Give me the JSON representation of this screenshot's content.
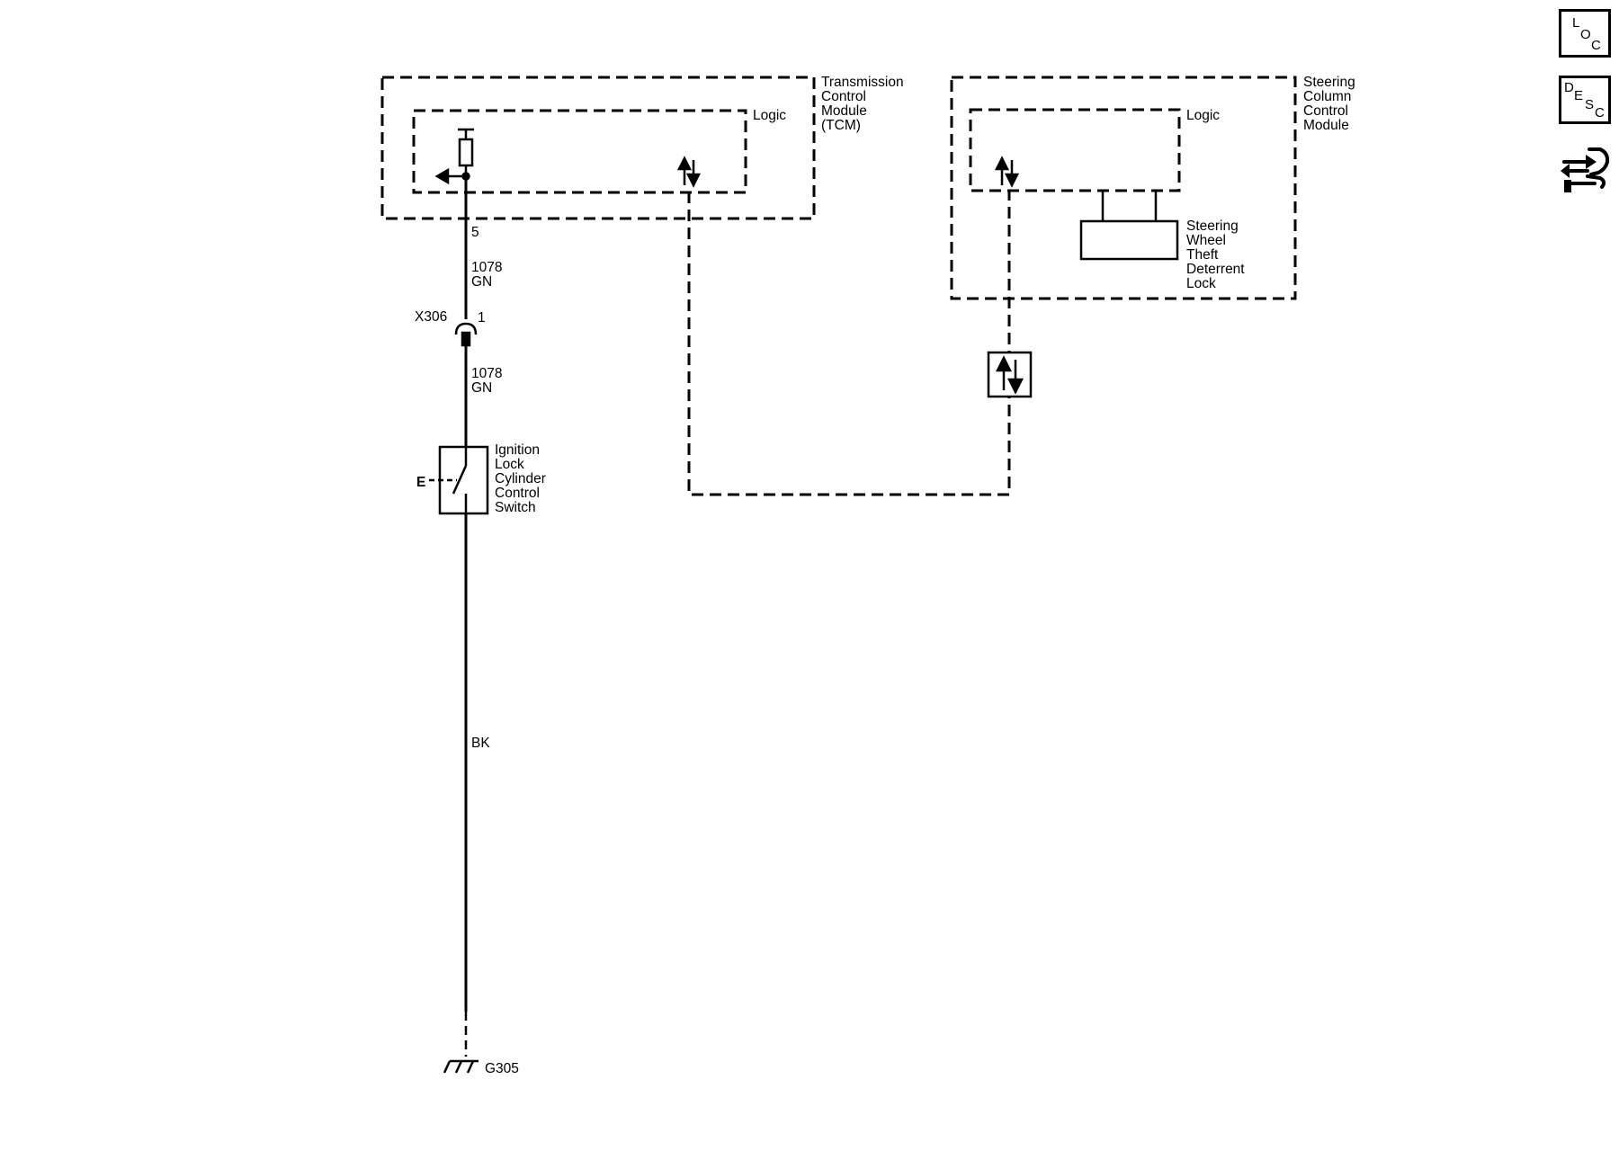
{
  "toolbar": {
    "loc": {
      "l1": "L",
      "l2": "O",
      "l3": "C"
    },
    "desc": {
      "l1": "D",
      "l2": "E",
      "l3": "S",
      "l4": "C"
    },
    "connector_icon": "connector-end-view-icon"
  },
  "modules": {
    "tcm": {
      "line1": "Transmission",
      "line2": "Control",
      "line3": "Module",
      "line4": "(TCM)",
      "logic": "Logic"
    },
    "sccm": {
      "line1": "Steering",
      "line2": "Column",
      "line3": "Control",
      "line4": "Module",
      "logic": "Logic"
    },
    "lock": {
      "line1": "Steering",
      "line2": "Wheel",
      "line3": "Theft",
      "line4": "Deterrent",
      "line5": "Lock"
    }
  },
  "circuit": {
    "pin_tcm": "5",
    "wire_top": {
      "number": "1078",
      "color": "GN"
    },
    "connector": {
      "id": "X306",
      "pin": "1"
    },
    "wire_mid": {
      "number": "1078",
      "color": "GN"
    },
    "switch": {
      "line1": "Ignition",
      "line2": "Lock",
      "line3": "Cylinder",
      "line4": "Control",
      "line5": "Switch",
      "mech": "E"
    },
    "wire_bottom_color": "BK",
    "ground": "G305"
  },
  "colors": {
    "line": "#000000",
    "background": "#ffffff"
  }
}
